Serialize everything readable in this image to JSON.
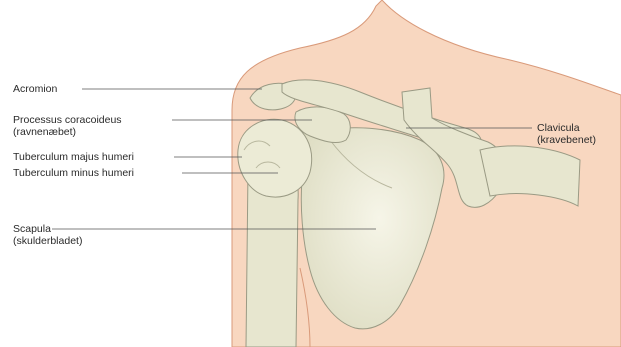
{
  "labels": {
    "acromion": {
      "line1": "Acromion"
    },
    "coracoid": {
      "line1": "Processus coracoideus",
      "line2": "(ravnenæbet)"
    },
    "tub_major": {
      "line1": "Tuberculum majus humeri"
    },
    "tub_minor": {
      "line1": "Tuberculum minus humeri"
    },
    "scapula": {
      "line1": "Scapula",
      "line2": "(skulderbladet)"
    },
    "clavicula": {
      "line1": "Clavicula",
      "line2": "(kravebenet)"
    }
  },
  "colors": {
    "skin": "#f8d7c0",
    "skin_outline": "#d99a7a",
    "bone": "#e7e6cf",
    "bone_light": "#f2f1e0",
    "bone_outline": "#9a9a84",
    "leader": "#555555"
  }
}
